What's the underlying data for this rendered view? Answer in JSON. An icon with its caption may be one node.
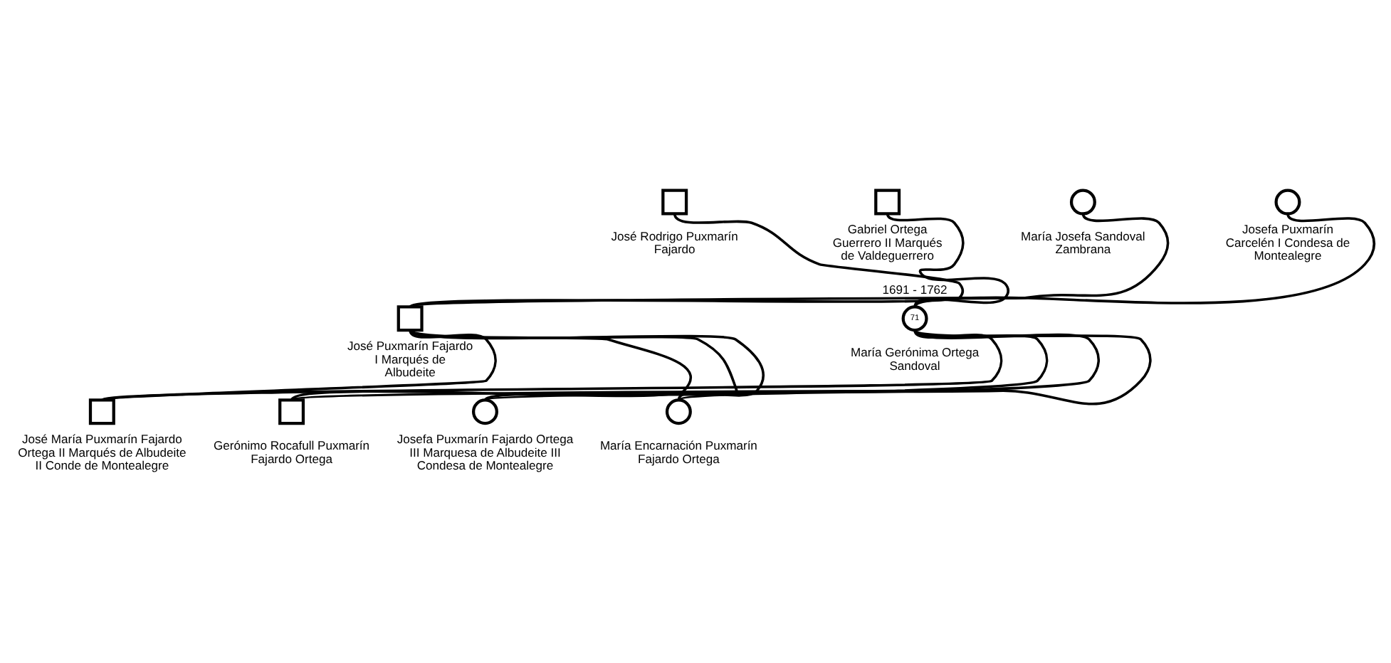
{
  "diagram": {
    "nodes": [
      {
        "text": [],
        "shape": "box",
        "beside": [
          "José Rodrigo Puxmarín Fajardo"
        ]
      },
      {
        "text": [],
        "shape": "circle",
        "beside": [
          "Josefa Puxmarín Carcelén I Condesa de Montealegre"
        ]
      },
      {
        "text": [],
        "shape": "box",
        "beside": [
          "Gabriel Ortega Guerrero II Marqués de Valdeguerrero"
        ]
      },
      {
        "text": [],
        "shape": "circle",
        "beside": [
          "María Josefa Sandoval Zambrana"
        ]
      },
      {
        "text": [],
        "shape": "box",
        "beside": [
          "José Puxmarín Fajardo I Marqués de Albudeite"
        ]
      },
      {
        "text": [
          "71"
        ],
        "beside": [
          "1691 - 1762",
          "María Gerónima Ortega Sandoval"
        ]
      },
      {
        "text": [],
        "shape": "box",
        "beside": [
          "José María Puxmarín Fajardo Ortega II Marqués de Albudeite II Conde de Montealegre"
        ]
      },
      {
        "text": [],
        "shape": "box",
        "beside": [
          "Gerónimo Rocafull Puxmarín Fajardo Ortega"
        ]
      },
      {
        "text": [],
        "shape": "circle",
        "beside": [
          "Josefa Puxmarín Fajardo Ortega III Marquesa de Albudeite III Condesa de Montealegre"
        ]
      },
      {
        "text": [],
        "shape": "circle",
        "beside": [
          "María Encarnación Puxmarín Fajardo Ortega"
        ]
      }
    ],
    "edges": [
      {
        "from": 0,
        "to": 4,
        "arrow": "none"
      },
      {
        "from": 1,
        "to": 4,
        "arrow": "none"
      },
      {
        "from": 2,
        "to": 5,
        "arrow": "none"
      },
      {
        "from": 3,
        "to": 5,
        "arrow": "none"
      },
      {
        "from": 4,
        "to": 6,
        "arrow": "none"
      },
      {
        "from": 5,
        "to": 6,
        "arrow": "none"
      },
      {
        "from": 4,
        "to": 7,
        "arrow": "none"
      },
      {
        "from": 5,
        "to": 7,
        "arrow": "none"
      },
      {
        "from": 4,
        "to": 8,
        "arrow": "none"
      },
      {
        "from": 5,
        "to": 8,
        "arrow": "none"
      },
      {
        "from": 4,
        "to": 9,
        "arrow": "none"
      },
      {
        "from": 5,
        "to": 9,
        "arrow": "none"
      }
    ]
  }
}
